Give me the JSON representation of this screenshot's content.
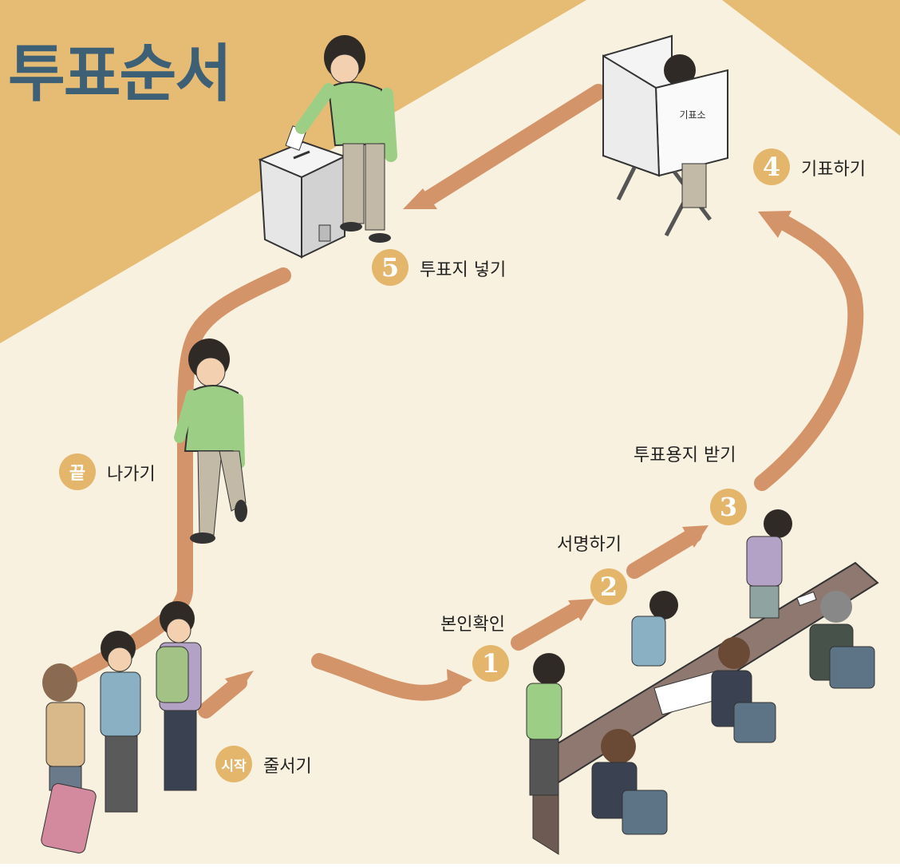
{
  "title": "투표순서",
  "booth_sign": "기표소",
  "steps": {
    "start": {
      "badge": "시작",
      "label": "줄서기"
    },
    "s1": {
      "badge": "1",
      "label": "본인확인"
    },
    "s2": {
      "badge": "2",
      "label": "서명하기"
    },
    "s3": {
      "badge": "3",
      "label": "투표용지 받기"
    },
    "s4": {
      "badge": "4",
      "label": "기표하기"
    },
    "s5": {
      "badge": "5",
      "label": "투표지 넣기"
    },
    "end": {
      "badge": "끝",
      "label": "나가기"
    }
  },
  "colors": {
    "background": "#f8f1df",
    "band": "#e6bc74",
    "path": "#d4946a",
    "badge": "#e3b66c",
    "title": "#3d6076"
  }
}
